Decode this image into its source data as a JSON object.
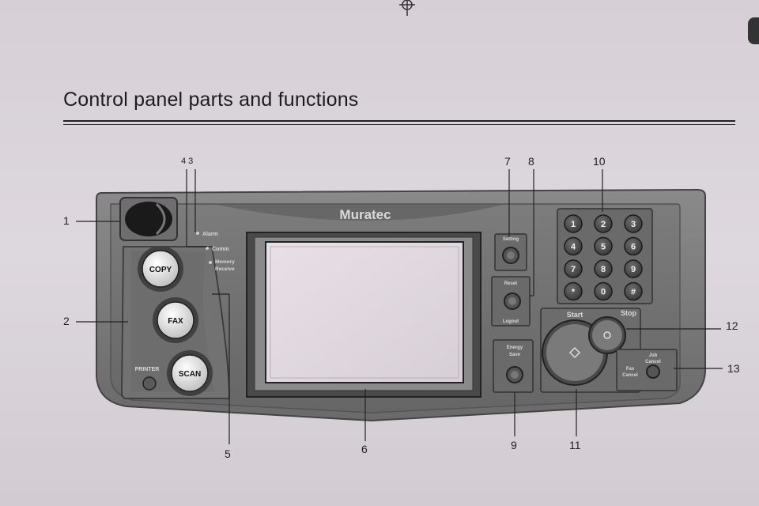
{
  "heading": "Control panel parts and functions",
  "brand": "Muratec",
  "buttons": {
    "copy": "COPY",
    "fax": "FAX",
    "scan": "SCAN",
    "printer": "PRINTER"
  },
  "indicators": {
    "alarm": "Alarm",
    "comm": "Comm",
    "memory_receive_1": "Memory",
    "memory_receive_2": "Receive"
  },
  "controls": {
    "setting": "Setting",
    "reset": "Reset",
    "logout": "Logout",
    "energy_1": "Energy",
    "energy_2": "Save",
    "start": "Start",
    "stop": "Stop",
    "job_cancel_1": "Job",
    "job_cancel_2": "Cancel",
    "fax_cancel_1": "Fax",
    "fax_cancel_2": "Cancel"
  },
  "keypad": [
    "1",
    "2",
    "3",
    "4",
    "5",
    "6",
    "7",
    "8",
    "9",
    "*",
    "0",
    "#"
  ],
  "callouts": {
    "c1": "1",
    "c2": "2",
    "c43": "4 3",
    "c5": "5",
    "c6": "6",
    "c7": "7",
    "c8": "8",
    "c9": "9",
    "c10": "10",
    "c11": "11",
    "c12": "12",
    "c13": "13"
  }
}
